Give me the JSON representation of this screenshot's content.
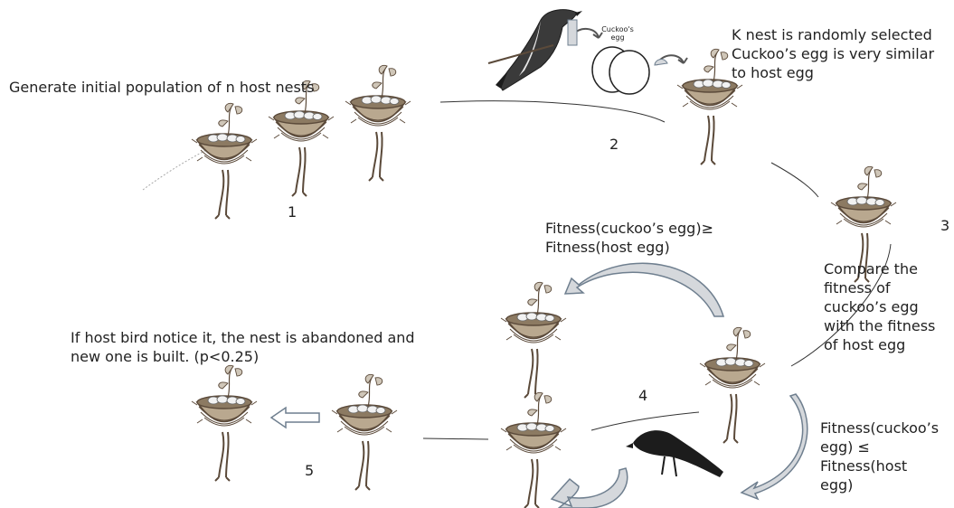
{
  "labels": {
    "initial_population": "Generate initial population of n host nests",
    "random_select_line1": "K nest is randomly selected",
    "random_select_line2": "Cuckoo’s egg is very similar",
    "random_select_line3": "to host egg",
    "cuckoo_egg_tag_line1": "Cuckoo's",
    "cuckoo_egg_tag_line2": "egg",
    "compare_line1": "Compare the",
    "compare_line2": "fitness of",
    "compare_line3": "cuckoo’s egg",
    "compare_line4": "with the fitness",
    "compare_line5": "of host egg",
    "fitness_ge_line1": "Fitness(cuckoo’s egg)≥",
    "fitness_ge_line2": "Fitness(host egg)",
    "fitness_le_line1": "Fitness(cuckoo’s",
    "fitness_le_line2": "egg) ≤",
    "fitness_le_line3": "Fitness(host",
    "fitness_le_line4": "egg)",
    "abandon_line1": "If host bird notice it, the nest is abandoned and",
    "abandon_line2": "new one is built. (p<0.25)"
  },
  "steps": [
    "1",
    "2",
    "3",
    "4",
    "5"
  ],
  "icons": [
    "nest-icon",
    "cuckoo-bird-icon",
    "crow-icon",
    "egg-icon",
    "curved-arrow-icon",
    "block-arrow-icon"
  ],
  "colors": {
    "background": "#ffffff",
    "text": "#222222",
    "nest": "#5b4a3a",
    "egg_fill": "#f2f2f2",
    "arrow_fill": "#d5d8dc",
    "arrow_stroke": "#6f7f8f",
    "bird": "#1c1c1c"
  }
}
